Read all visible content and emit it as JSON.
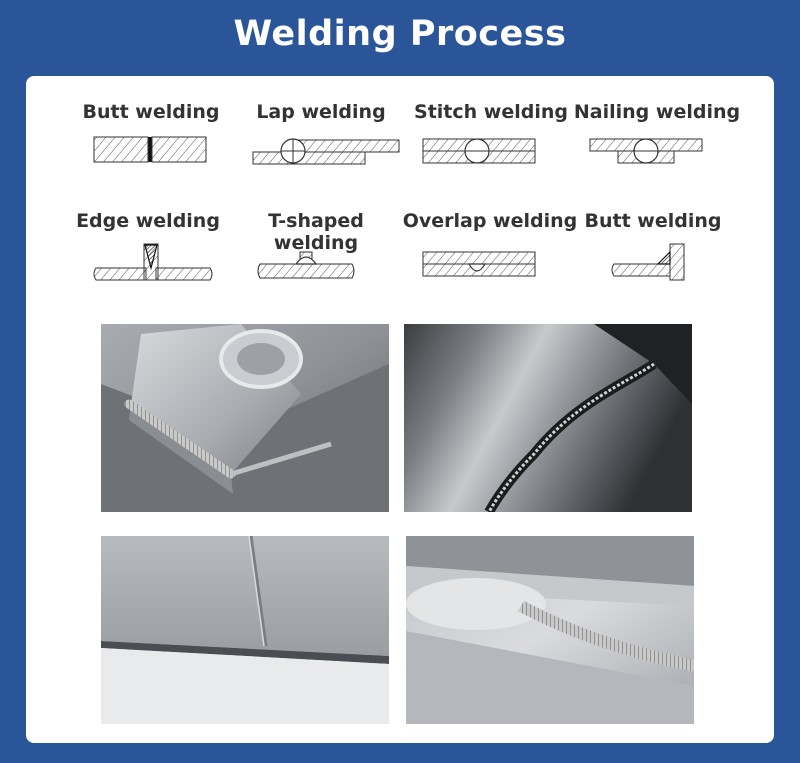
{
  "title": "Welding Process",
  "processes": [
    {
      "label": "Butt welding"
    },
    {
      "label": "Lap welding"
    },
    {
      "label": "Stitch welding"
    },
    {
      "label": "Nailing welding"
    },
    {
      "label": "Edge welding"
    },
    {
      "label": "T-shaped welding"
    },
    {
      "label": "Overlap welding"
    },
    {
      "label": "Butt welding"
    }
  ]
}
